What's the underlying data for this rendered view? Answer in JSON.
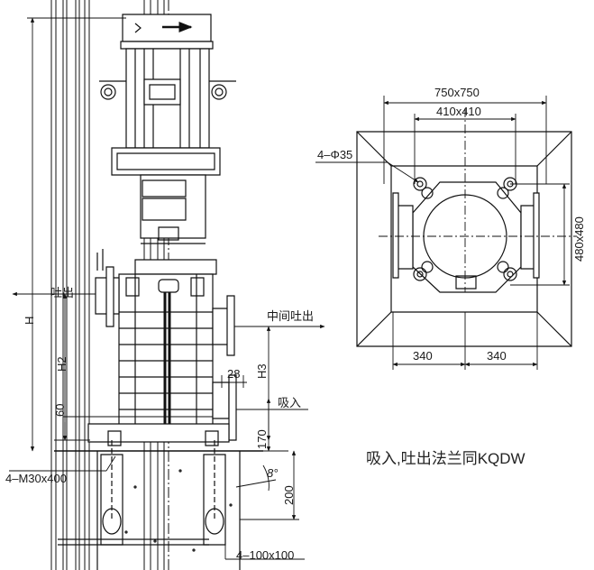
{
  "side_view": {
    "dimensions": {
      "overall_height": "H",
      "outlet_height": "H2",
      "mid_outlet_height": "H3",
      "base_offset": "60",
      "pipe_offset": "28",
      "suction_height": "170",
      "foundation_depth": "200",
      "anchor_angle": "8°"
    },
    "labels": {
      "outlet": "吐出",
      "mid_outlet": "中间吐出",
      "inlet": "吸入",
      "anchor_bolts": "4–M30x400",
      "anchor_pockets": "4–100x100"
    }
  },
  "plan_view": {
    "dimensions": {
      "base_outer": "750x750",
      "bolt_spacing": "410x410",
      "bolt_holes": "4–Φ35",
      "side_extent": "480x480",
      "left_half": "340",
      "right_half": "340"
    }
  },
  "caption": "吸入,吐出法兰同KQDW"
}
